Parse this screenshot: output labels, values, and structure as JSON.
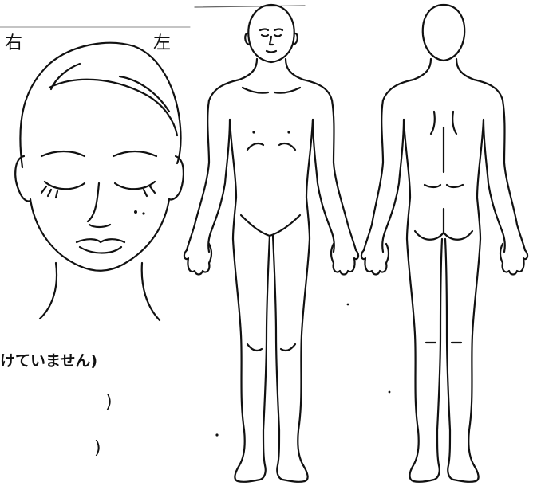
{
  "orientation": {
    "right_label": "右",
    "left_label": "左"
  },
  "note": {
    "text": "けていません)",
    "paren_1": ")",
    "paren_2": ")"
  },
  "figures": [
    {
      "name": "face-diagram"
    },
    {
      "name": "body-front-diagram"
    },
    {
      "name": "body-back-diagram"
    }
  ],
  "colors": {
    "ink": "#111111",
    "paper": "#ffffff"
  }
}
